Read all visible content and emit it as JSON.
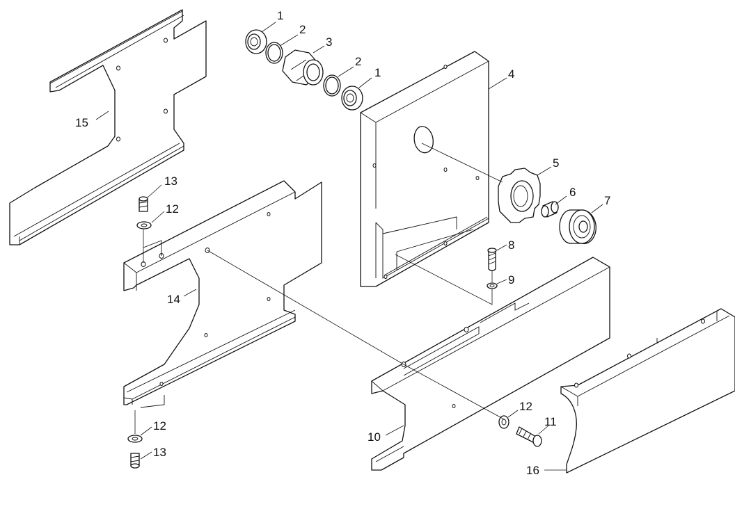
{
  "diagram": {
    "labels": {
      "l1a": "1",
      "l2a": "2",
      "l3": "3",
      "l2b": "2",
      "l1b": "1",
      "l4": "4",
      "l5": "5",
      "l6": "6",
      "l7": "7",
      "l8": "8",
      "l9": "9",
      "l10": "10",
      "l11": "11",
      "l12a": "12",
      "l13a": "13",
      "l12b": "12",
      "l13b": "13",
      "l12c": "12",
      "l14": "14",
      "l15": "15",
      "l16": "16"
    }
  }
}
